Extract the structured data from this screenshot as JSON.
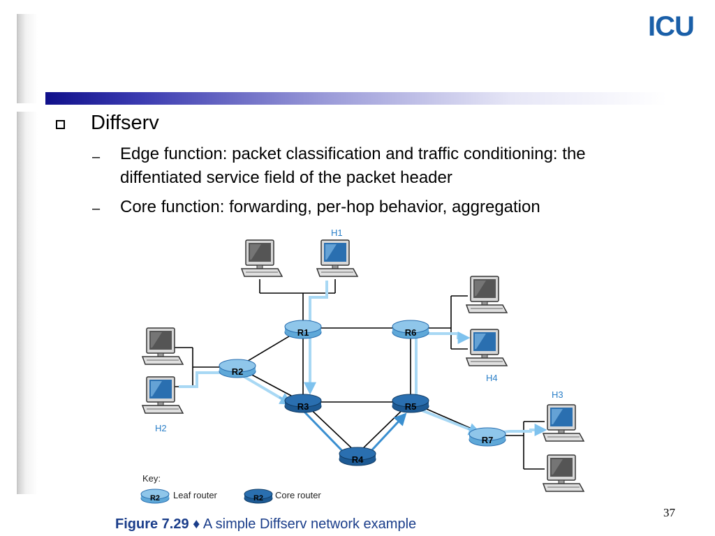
{
  "logo": {
    "text": "ICU"
  },
  "content": {
    "bullet": "Diffserv",
    "subbullets": [
      {
        "dash": "–",
        "line1": "Edge function: packet classification and traffic conditioning: the",
        "line2": "diffentiated service field of the packet header"
      },
      {
        "dash": "–",
        "line1": "Core function: forwarding, per-hop behavior, aggregation"
      }
    ]
  },
  "diagram": {
    "routers": {
      "r1": "R1",
      "r2": "R2",
      "r3": "R3",
      "r4": "R4",
      "r5": "R5",
      "r6": "R6",
      "r7": "R7"
    },
    "hosts": {
      "h1": "H1",
      "h2": "H2",
      "h3": "H3",
      "h4": "H4"
    },
    "key": {
      "title": "Key:",
      "leaf_router_symbol": "R2",
      "leaf_router_label": "Leaf router",
      "core_router_symbol": "R2",
      "core_router_label": "Core router"
    },
    "colors": {
      "leaf_router": "#8fc6ea",
      "core_router": "#2a6fb0",
      "flow_path": "#a8d8f4",
      "flow_arrow": "#3a8fd0",
      "link": "#000000"
    }
  },
  "page_number": "37",
  "caption": {
    "figure_label": "Figure 7.29",
    "separator": "♦",
    "text": "A simple Diffserv network example"
  }
}
